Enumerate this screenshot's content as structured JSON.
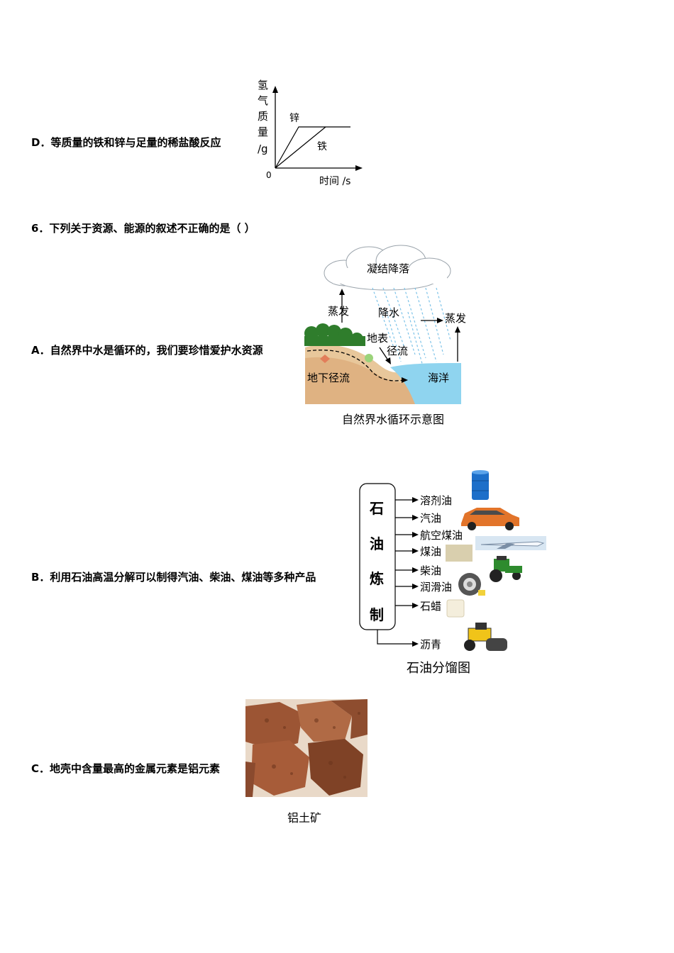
{
  "optionD": {
    "label": "D．等质量的铁和锌与足量的稀盐酸反应"
  },
  "graphD": {
    "y_axis_chars": [
      "氢",
      "气",
      "质",
      "量",
      "/g"
    ],
    "origin": "0",
    "x_axis_label": "时间 /s",
    "line_zinc": "锌",
    "line_iron": "铁"
  },
  "question6": {
    "text": "6．下列关于资源、能源的叙述不正确的是（    ）"
  },
  "optionA": {
    "label": "A．自然界中水是循环的，我们要珍惜爱护水资源"
  },
  "water_cycle": {
    "cloud": "凝结降落",
    "evap_left": "蒸发",
    "rain": "降水",
    "evap_right": "蒸发",
    "surface1": "地表",
    "surface2": "径流",
    "underground": "地下径流",
    "ocean": "海洋",
    "caption": "自然界水循环示意图"
  },
  "optionB": {
    "label": "B．利用石油高温分解可以制得汽油、柴油、煤油等多种产品"
  },
  "petroleum": {
    "box_chars": [
      "石",
      "油",
      "炼",
      "制"
    ],
    "products": [
      "溶剂油",
      "汽油",
      "航空煤油",
      "煤油",
      "柴油",
      "润滑油",
      "石蜡",
      "沥青"
    ],
    "caption": "石油分馏图"
  },
  "optionC": {
    "label": "C．地壳中含量最高的金属元素是铝元素"
  },
  "bauxite": {
    "caption": "铝土矿"
  }
}
